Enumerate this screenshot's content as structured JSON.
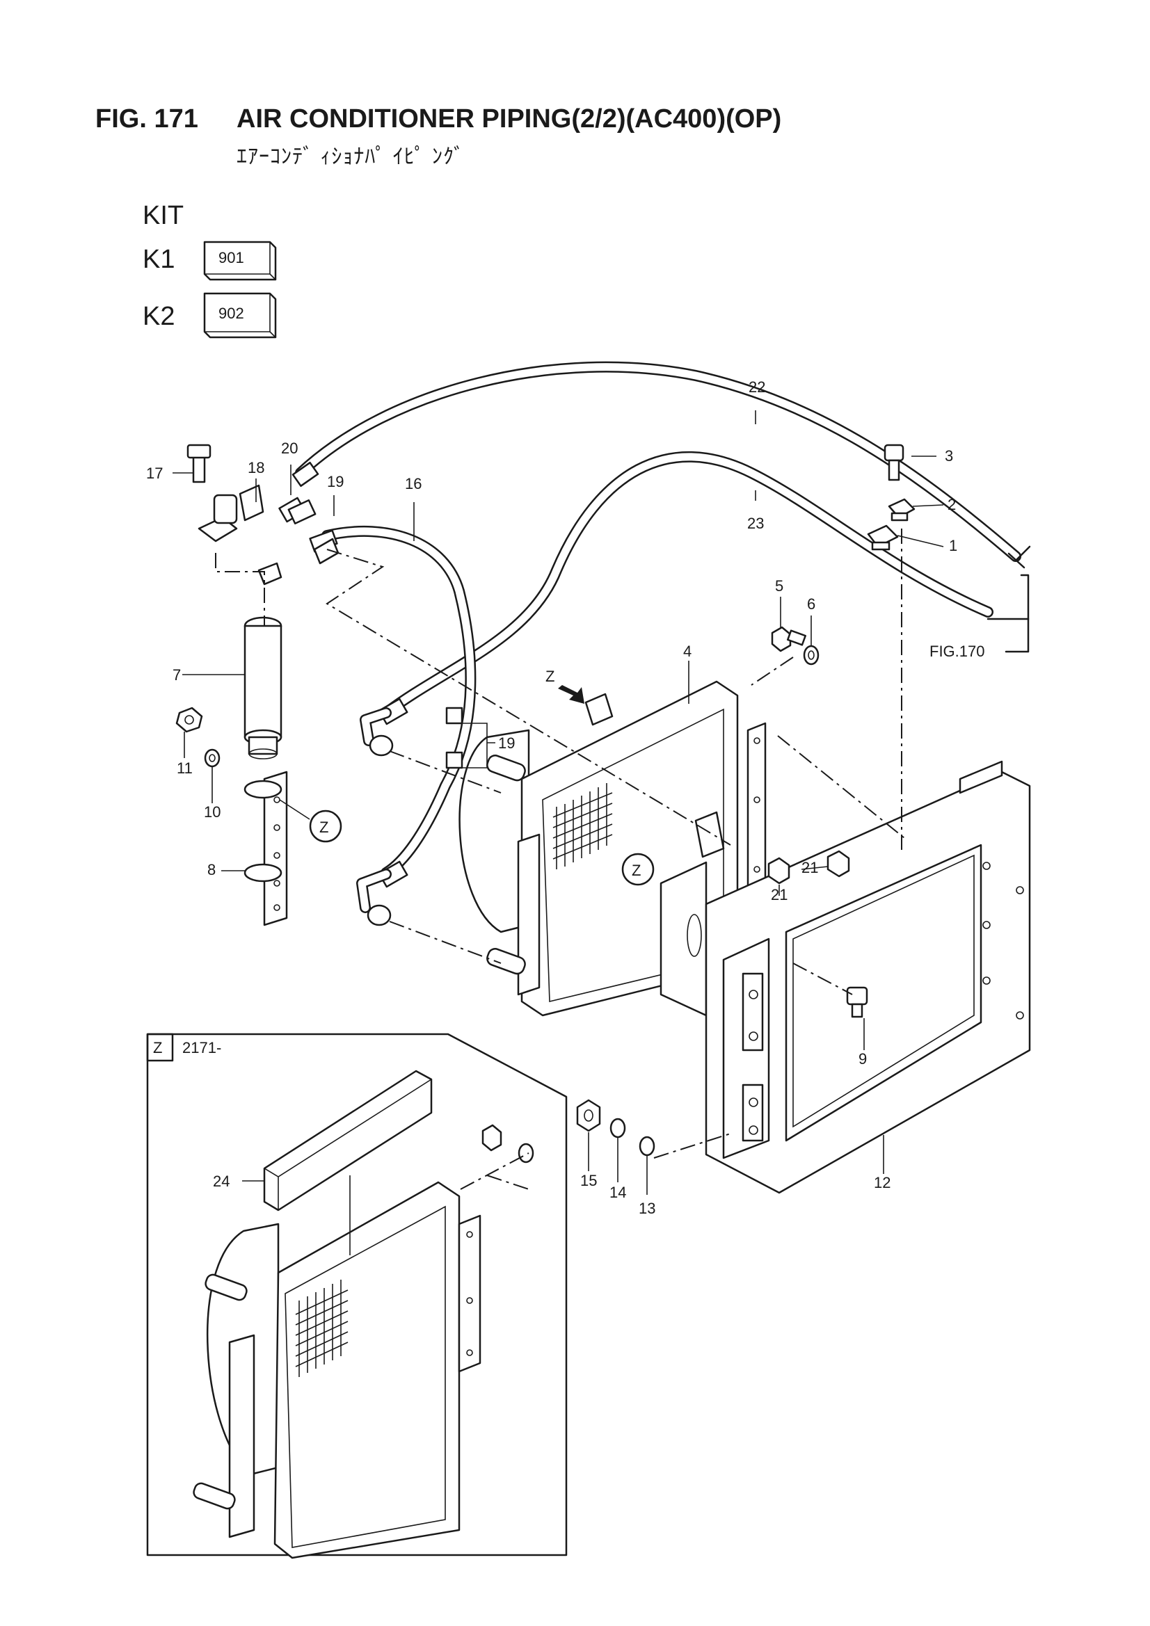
{
  "figure": {
    "number": "FIG. 171",
    "title": "AIR CONDITIONER PIPING(2/2)(AC400)(OP)",
    "subtitle": "ｴｱｰｺﾝﾃﾞ ｨｼｮﾅﾊﾟ ｲﾋﾟ ﾝｸﾞ"
  },
  "kit": {
    "heading": "KIT",
    "items": [
      {
        "label": "K1",
        "code": "901"
      },
      {
        "label": "K2",
        "code": "902"
      }
    ]
  },
  "callouts": {
    "c1": "1",
    "c2": "2",
    "c3": "3",
    "c4": "4",
    "c5": "5",
    "c6": "6",
    "c7": "7",
    "c8": "8",
    "c9": "9",
    "c10": "10",
    "c11": "11",
    "c12": "12",
    "c13": "13",
    "c14": "14",
    "c15": "15",
    "c16": "16",
    "c17": "17",
    "c18": "18",
    "c19a": "19",
    "c19b": "19",
    "c20": "20",
    "c21a": "21",
    "c21b": "21",
    "c22": "22",
    "c23": "23",
    "c24": "24"
  },
  "references": {
    "fig_ref": "FIG.170",
    "view_marker": "Z",
    "view_circle_1": "Z",
    "view_circle_2": "Z"
  },
  "detail_view": {
    "marker": "Z",
    "serial": "2171-"
  }
}
